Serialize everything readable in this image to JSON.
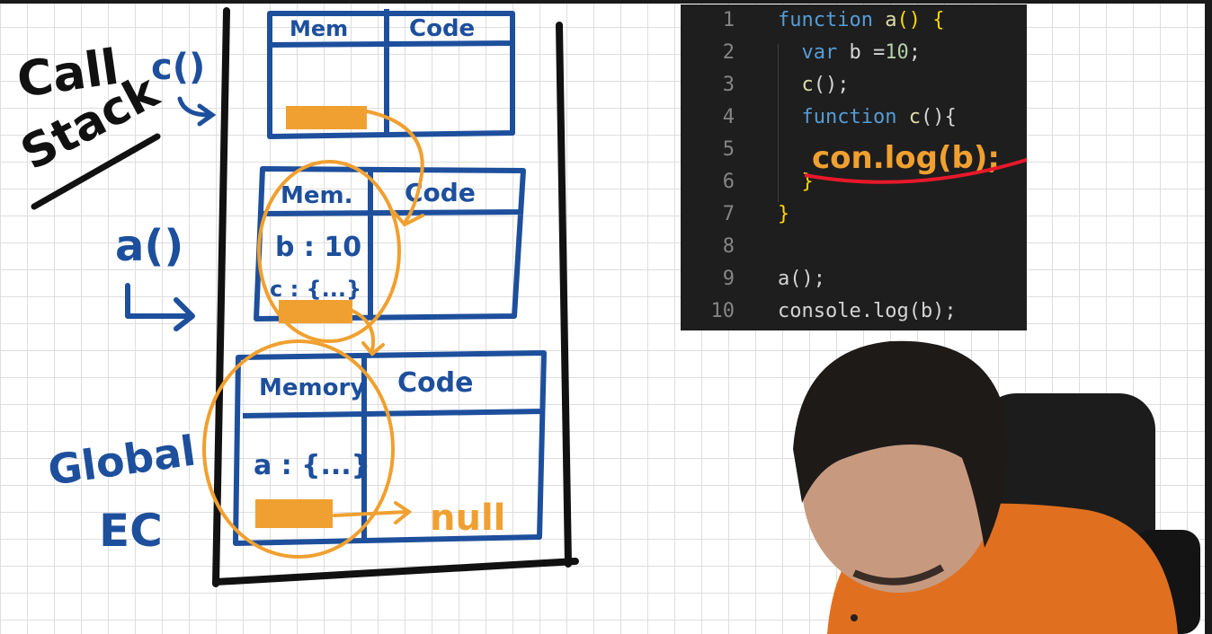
{
  "whiteboard": {
    "call_stack_label": [
      "Call",
      "Stack"
    ],
    "c_annotation": "c()",
    "a_annotation": "a()",
    "global_label": [
      "Global",
      "EC"
    ],
    "frames": [
      {
        "memory_header": "Mem",
        "code_header": "Code",
        "memory_entries": []
      },
      {
        "memory_header": "Mem.",
        "code_header": "Code",
        "memory_entries": [
          "b : 10",
          "c : {...}"
        ]
      },
      {
        "memory_header": "Memory",
        "code_header": "Code",
        "memory_entries": [
          "a : {...}"
        ]
      }
    ],
    "null_label": "null"
  },
  "code": {
    "lines": [
      {
        "num": "1",
        "text": "function a() {"
      },
      {
        "num": "2",
        "text": "  var b =10;"
      },
      {
        "num": "3",
        "text": "  c();"
      },
      {
        "num": "4",
        "text": "  function c(){"
      },
      {
        "num": "5",
        "text": ""
      },
      {
        "num": "6",
        "text": "  }"
      },
      {
        "num": "7",
        "text": "}"
      },
      {
        "num": "8",
        "text": ""
      },
      {
        "num": "9",
        "text": "a();"
      },
      {
        "num": "10",
        "text": "console.log(b);"
      }
    ],
    "handwritten_annotation": "con.log(b);"
  },
  "colors": {
    "blue_ink": "#1d4f9c",
    "orange_ink": "#f0a030",
    "black_ink": "#111111",
    "red_ink": "#e8182a"
  }
}
